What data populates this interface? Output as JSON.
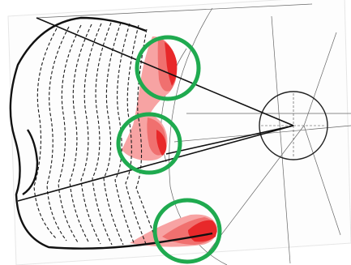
{
  "colors": {
    "background": "#ffffff",
    "paper": "#fdfdfd",
    "ink": "#1a1a1a",
    "guide_line": "#555555",
    "highlight_outline": "#1faa4f",
    "heat_light": "#f7a3a3",
    "heat_mid": "#f0706f",
    "heat_dark": "#e8282a"
  },
  "highlights": [
    {
      "name": "upper-hotspot"
    },
    {
      "name": "middle-hotspot"
    },
    {
      "name": "lower-hotspot"
    }
  ]
}
